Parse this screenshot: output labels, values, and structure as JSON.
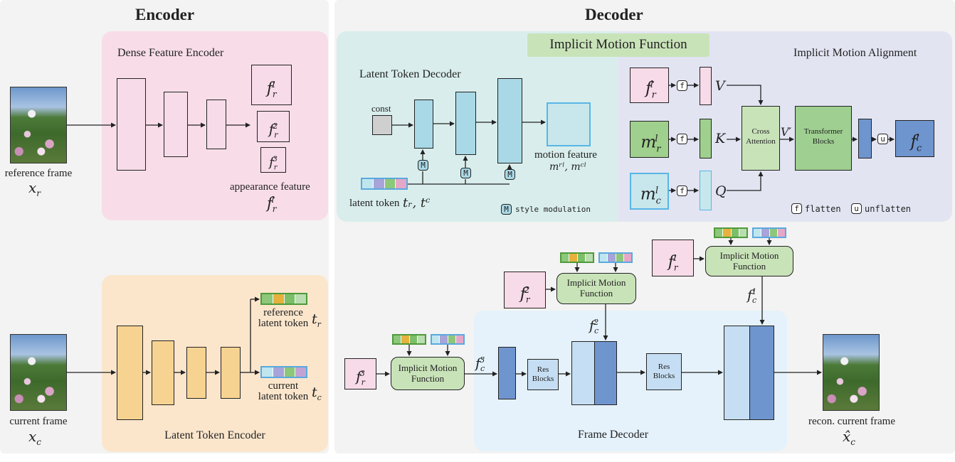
{
  "encoder": {
    "title": "Encoder",
    "dense_feature_encoder": "Dense Feature Encoder",
    "reference_frame": "reference frame",
    "x_r": "x",
    "x_r_sub": "r",
    "feat_f1": "f",
    "feat_f1_sub": "r",
    "feat_f1_sup": "1",
    "feat_f2": "f",
    "feat_f2_sub": "r",
    "feat_f2_sup": "2",
    "feat_f3": "f",
    "feat_f3_sub": "r",
    "feat_f3_sup": "3",
    "appearance_feature": "appearance feature",
    "appearance_sym": "f",
    "appearance_sub": "r",
    "appearance_sup": "l",
    "current_frame": "current frame",
    "x_c": "x",
    "x_c_sub": "c",
    "reference_latent_token_line1": "reference",
    "reference_latent_token_line2": "latent token",
    "t_r": "t",
    "t_r_sub": "r",
    "current_latent_token_line1": "current",
    "current_latent_token_line2": "latent token",
    "t_c": "t",
    "t_c_sub": "c",
    "latent_token_encoder": "Latent Token Encoder"
  },
  "decoder": {
    "title": "Decoder",
    "implicit_motion_function": "Implicit Motion Function",
    "latent_token_decoder": "Latent Token Decoder",
    "implicit_motion_alignment": "Implicit Motion Alignment",
    "const": "const",
    "m_badge": "M",
    "motion_feature": "motion feature",
    "motion_feature_syms": "mʳˡ, mᶜˡ",
    "latent_token": "latent token",
    "latent_token_syms": "tᵣ, tᶜ",
    "style_modulation": "style modulation",
    "f_badge": "f",
    "u_badge": "u",
    "V": "V",
    "K": "K",
    "Q": "Q",
    "V_prime": "V′",
    "cross_attention_1": "Cross",
    "cross_attention_2": "Attention",
    "transformer_blocks_1": "Transformer",
    "transformer_blocks_2": "Blocks",
    "flatten": "flatten",
    "unflatten": "unflatten",
    "fr_l": "f",
    "fr_l_sub": "r",
    "fr_l_sup": "l",
    "mr_l": "m",
    "mr_l_sub": "r",
    "mr_l_sup": "l",
    "mc_l": "m",
    "mc_l_sub": "c",
    "mc_l_sup": "l",
    "fc_l": "f",
    "fc_l_sub": "c",
    "fc_l_sup": "l",
    "imf_line1": "Implicit Motion",
    "imf_line2": "Function",
    "res_1": "Res",
    "res_2": "Blocks",
    "frame_decoder": "Frame Decoder",
    "recon_current_frame": "recon. current frame",
    "x_hat_c": "x̂",
    "x_hat_c_sub": "c",
    "fc_1": "f",
    "fc_1_sub": "c",
    "fc_1_sup": "1",
    "fc_2": "f",
    "fc_2_sub": "c",
    "fc_2_sup": "2",
    "fc_3": "f",
    "fc_3_sub": "c",
    "fc_3_sup": "3",
    "fr_1": "f",
    "fr_1_sub": "r",
    "fr_1_sup": "1",
    "fr_2": "f",
    "fr_2_sub": "r",
    "fr_2_sup": "2",
    "fr_3": "f",
    "fr_3_sub": "r",
    "fr_3_sup": "3"
  },
  "colors": {
    "pink": "#f8dbe8",
    "orange_panel": "#fbe6cc",
    "orange_block": "#f7d392",
    "teal_panel": "#d9eeec",
    "lavender_panel": "#e2e4f2",
    "green_pill": "#c9e3b9",
    "green_box": "#9fd08d",
    "cyan_block": "#a9d9e6",
    "light_blue_block": "#c6def3",
    "dark_blue_block": "#6f95cf",
    "frame_decoder_panel": "#e5f2fb"
  }
}
